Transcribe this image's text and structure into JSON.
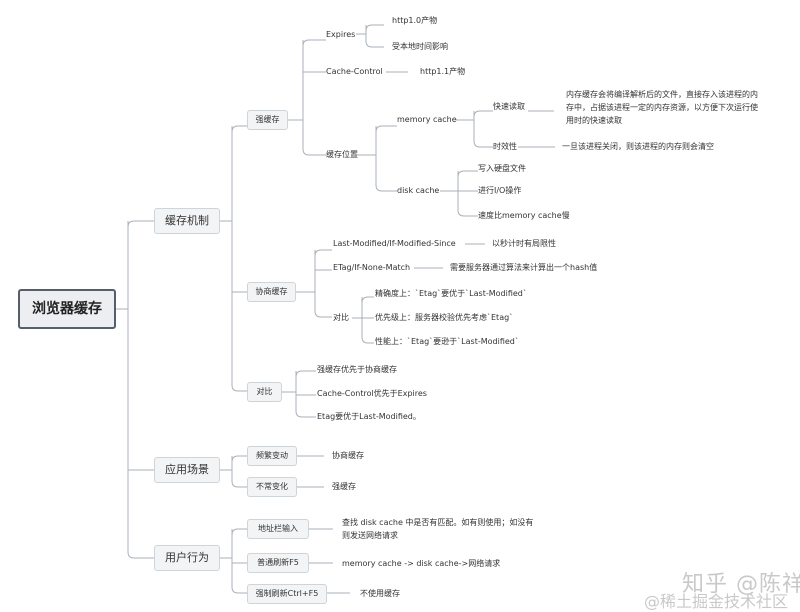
{
  "root": "浏览器缓存",
  "level1": {
    "mechanism": "缓存机制",
    "scenario": "应用场景",
    "behavior": "用户行为"
  },
  "mechanism": {
    "strong": {
      "label": "强缓存",
      "expires": {
        "label": "Expires",
        "items": [
          "http1.0产物",
          "受本地时间影响"
        ]
      },
      "cache_control": {
        "label": "Cache-Control",
        "value": "http1.1产物"
      },
      "location": {
        "label": "缓存位置",
        "memory": {
          "label": "memory cache",
          "fast_read": {
            "label": "快速读取",
            "desc": "内存缓存会将编译解析后的文件，直接存入该进程的内存中，占据该进程一定的内存资源，以方便下次运行使用时的快速读取"
          },
          "timeliness": {
            "label": "时效性",
            "desc": "一旦该进程关闭，则该进程的内存则会清空"
          }
        },
        "disk": {
          "label": "disk cache",
          "items": [
            "写入硬盘文件",
            "进行I/O操作",
            "速度比memory cache慢"
          ]
        }
      }
    },
    "negotiate": {
      "label": "协商缓存",
      "last_modified": {
        "label": "Last-Modified/If-Modified-Since",
        "desc": "以秒计时有局限性"
      },
      "etag": {
        "label": "ETag/If-None-Match",
        "desc": "需要服务器通过算法来计算出一个hash值"
      },
      "compare": {
        "label": "对比",
        "items": [
          "精确度上：`Etag`要优于`Last-Modified`",
          "优先级上：服务器校验优先考虑`Etag`",
          "性能上：`Etag`要逊于`Last-Modified`"
        ]
      }
    },
    "compare": {
      "label": "对比",
      "items": [
        "强缓存优先于协商缓存",
        "Cache-Control优先于Expires",
        "Etag要优于Last-Modified。"
      ]
    }
  },
  "scenario": {
    "frequent": {
      "label": "频繁变动",
      "value": "协商缓存"
    },
    "rare": {
      "label": "不常变化",
      "value": "强缓存"
    }
  },
  "behavior": {
    "address_bar": {
      "label": "地址栏输入",
      "desc": "查找 disk cache 中是否有匹配。如有则使用；如没有则发送网络请求"
    },
    "normal_refresh": {
      "label": "普通刷新F5",
      "desc": "memory cache -> disk cache->网络请求"
    },
    "force_refresh": {
      "label": "强制刷新Ctrl+F5",
      "desc": "不使用缓存"
    }
  },
  "watermark": {
    "line1": "知乎 @陈祥",
    "line2": "@稀土掘金技术社区"
  },
  "colors": {
    "line": "#a9b0b8",
    "root_border": "#555f6b",
    "node_fill": "#f3f4f6",
    "node_border": "#cfd4d9",
    "watermark": "#c9c9c9"
  }
}
